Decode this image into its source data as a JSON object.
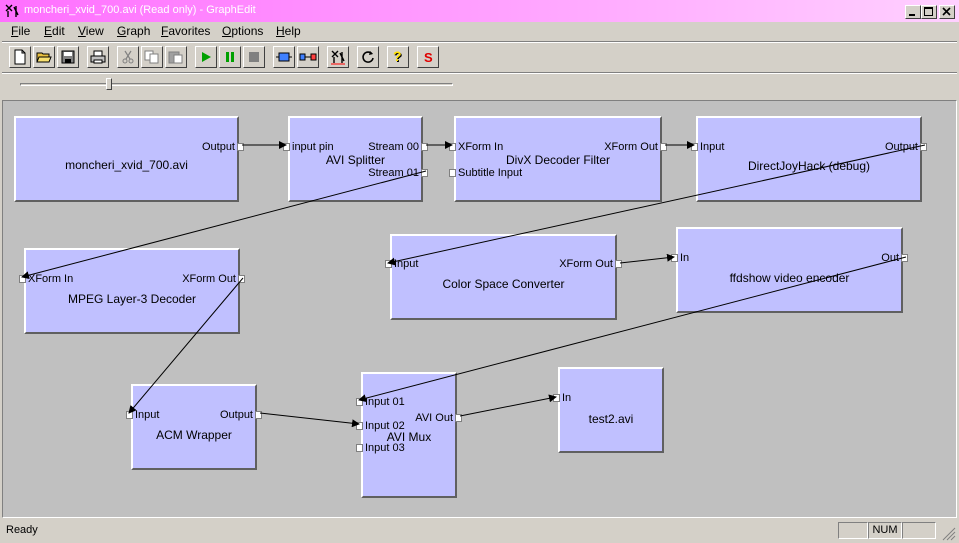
{
  "window": {
    "title": "moncheri_xvid_700.avi (Read only) - GraphEdit",
    "app_icon": "graphedit-icon"
  },
  "menu": [
    "File",
    "Edit",
    "View",
    "Graph",
    "Favorites",
    "Options",
    "Help"
  ],
  "toolbar": [
    "new-icon",
    "open-icon",
    "save-icon",
    "print-icon",
    "cut-icon",
    "copy-icon",
    "paste-icon",
    "play-icon",
    "pause-icon",
    "stop-icon",
    "seek-icon",
    "frame-step-icon",
    "graph-icon",
    "refresh-icon",
    "help-icon",
    "sync-icon"
  ],
  "seek_position": 0.2,
  "filters": {
    "source": {
      "name": "moncheri_xvid_700.avi",
      "outputs": [
        "Output"
      ]
    },
    "splitter": {
      "name": "AVI Splitter",
      "inputs": [
        "input pin"
      ],
      "outputs": [
        "Stream 00",
        "Stream 01"
      ]
    },
    "divx": {
      "name": "DivX Decoder Filter",
      "inputs": [
        "XForm In",
        "Subtitle Input"
      ],
      "outputs": [
        "XForm Out"
      ]
    },
    "djh": {
      "name": "DirectJoyHack (debug)",
      "inputs": [
        "Input"
      ],
      "outputs": [
        "Output"
      ]
    },
    "mp3": {
      "name": "MPEG Layer-3 Decoder",
      "inputs": [
        "XForm In"
      ],
      "outputs": [
        "XForm Out"
      ]
    },
    "csc": {
      "name": "Color Space Converter",
      "inputs": [
        "Input"
      ],
      "outputs": [
        "XForm Out"
      ]
    },
    "ffdshow": {
      "name": "ffdshow video encoder",
      "inputs": [
        "In"
      ],
      "outputs": [
        "Out"
      ]
    },
    "acm": {
      "name": "ACM Wrapper",
      "inputs": [
        "Input"
      ],
      "outputs": [
        "Output"
      ]
    },
    "mux": {
      "name": "AVI Mux",
      "inputs": [
        "Input 01",
        "Input 02",
        "Input 03"
      ],
      "outputs": [
        "AVI Out"
      ]
    },
    "dest": {
      "name": "test2.avi",
      "inputs": [
        "In"
      ]
    }
  },
  "status": {
    "text": "Ready",
    "num": "NUM"
  },
  "colors": {
    "title_start": "#ff6fff",
    "filter_bg": "#c0c0ff",
    "canvas_bg": "#c0c0c0"
  }
}
